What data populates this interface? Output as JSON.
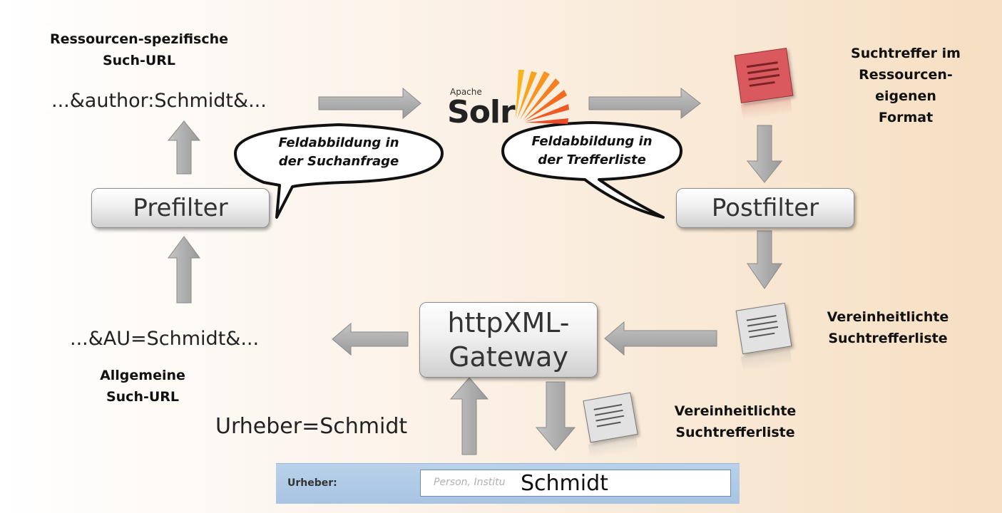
{
  "labels": {
    "resource_specific_url_line1": "Ressourcen-spezifische",
    "resource_specific_url_line2": "Such-URL",
    "resource_url_example": "...&author:Schmidt&...",
    "general_url_example": "...&AU=Schmidt&...",
    "general_url_line1": "Allgemeine",
    "general_url_line2": "Such-URL",
    "query_text": "Urheber=Schmidt",
    "hits_resource_line1": "Suchtreffer im",
    "hits_resource_line2": "Ressourcen-",
    "hits_resource_line3": "eigenen",
    "hits_resource_line4": "Format",
    "unified_list_right_line1": "Vereinheitlichte",
    "unified_list_right_line2": "Suchtrefferliste",
    "unified_list_bottom_line1": "Vereinheitlichte",
    "unified_list_bottom_line2": "Suchtrefferliste"
  },
  "boxes": {
    "prefilter": "Prefilter",
    "postfilter": "Postfilter",
    "gateway_line1": "httpXML-",
    "gateway_line2": "Gateway"
  },
  "bubbles": {
    "left_line1": "Feldabbildung in",
    "left_line2": "der Suchanfrage",
    "right_line1": "Feldabbildung in",
    "right_line2": "der Trefferliste"
  },
  "logo": {
    "apache": "Apache",
    "solr": "Solr"
  },
  "search_form": {
    "label": "Urheber:",
    "placeholder": "Person, Institu",
    "value": "Schmidt"
  },
  "colors": {
    "arrow": "#a6a6a6",
    "arrow_border": "#8a8a8a",
    "doc_red": "#d9595e",
    "doc_gray": "#e2e2e2",
    "solr_orange": "#f26b21",
    "bubble_border": "#111111"
  }
}
